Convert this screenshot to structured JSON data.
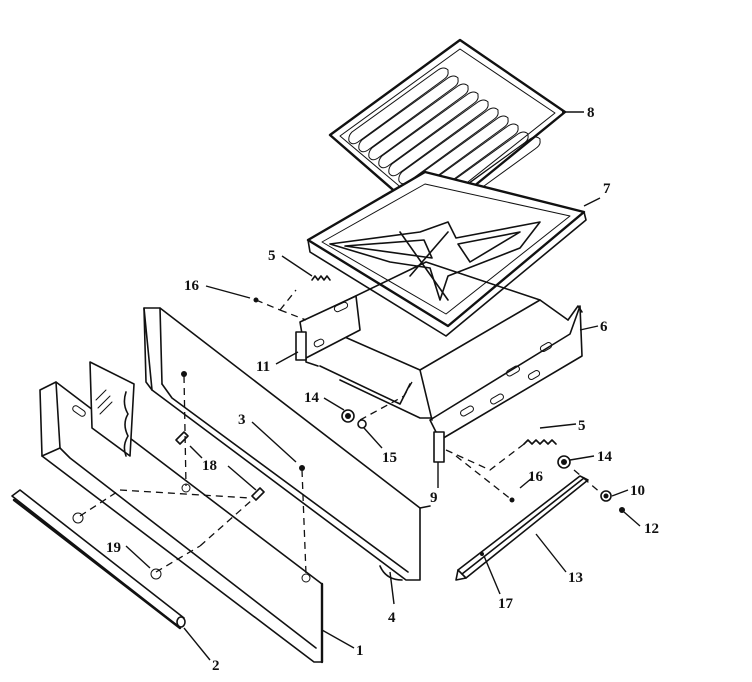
{
  "callouts": [
    {
      "id": "c1",
      "label": "1"
    },
    {
      "id": "c2",
      "label": "2"
    },
    {
      "id": "c3",
      "label": "3"
    },
    {
      "id": "c4",
      "label": "4"
    },
    {
      "id": "c5a",
      "label": "5"
    },
    {
      "id": "c5b",
      "label": "5"
    },
    {
      "id": "c6",
      "label": "6"
    },
    {
      "id": "c7",
      "label": "7"
    },
    {
      "id": "c8",
      "label": "8"
    },
    {
      "id": "c9",
      "label": "9"
    },
    {
      "id": "c10",
      "label": "10"
    },
    {
      "id": "c11",
      "label": "11"
    },
    {
      "id": "c12",
      "label": "12"
    },
    {
      "id": "c13",
      "label": "13"
    },
    {
      "id": "c14a",
      "label": "14"
    },
    {
      "id": "c14b",
      "label": "14"
    },
    {
      "id": "c15",
      "label": "15"
    },
    {
      "id": "c16a",
      "label": "16"
    },
    {
      "id": "c16b",
      "label": "16"
    },
    {
      "id": "c17",
      "label": "17"
    },
    {
      "id": "c18",
      "label": "18"
    },
    {
      "id": "c19",
      "label": "19"
    }
  ]
}
